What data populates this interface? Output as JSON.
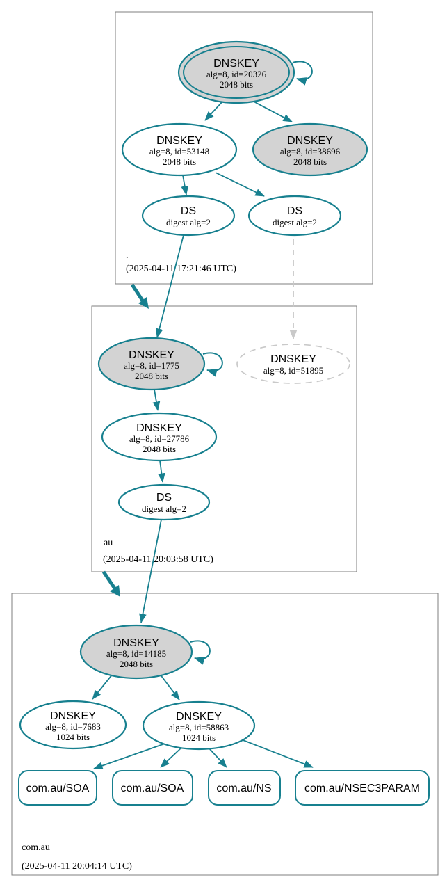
{
  "diagram": {
    "kind": "DNSSEC authentication chain graph",
    "colors": {
      "secure_teal": "#17808f",
      "node_fill_gray": "#d3d3d3",
      "node_fill_white": "#ffffff",
      "dashed_gray": "#c9c9c9",
      "zone_box_border": "#7f7f7f",
      "text": "#000000",
      "background": "#ffffff"
    }
  },
  "zones": {
    "root": {
      "label": ".",
      "timestamp": "(2025-04-11 17:21:46 UTC)",
      "ksk": {
        "title": "DNSKEY",
        "detail": "alg=8, id=20326",
        "bits": "2048 bits"
      },
      "zsk": {
        "title": "DNSKEY",
        "detail": "alg=8, id=53148",
        "bits": "2048 bits"
      },
      "key2": {
        "title": "DNSKEY",
        "detail": "alg=8, id=38696",
        "bits": "2048 bits"
      },
      "ds_left": {
        "title": "DS",
        "detail": "digest alg=2"
      },
      "ds_right": {
        "title": "DS",
        "detail": "digest alg=2"
      }
    },
    "au": {
      "label": "au",
      "timestamp": "(2025-04-11 20:03:58 UTC)",
      "ksk": {
        "title": "DNSKEY",
        "detail": "alg=8, id=1775",
        "bits": "2048 bits"
      },
      "missing_key": {
        "title": "DNSKEY",
        "detail": "alg=8, id=51895"
      },
      "zsk": {
        "title": "DNSKEY",
        "detail": "alg=8, id=27786",
        "bits": "2048 bits"
      },
      "ds": {
        "title": "DS",
        "detail": "digest alg=2"
      }
    },
    "com_au": {
      "label": "com.au",
      "timestamp": "(2025-04-11 20:04:14 UTC)",
      "ksk": {
        "title": "DNSKEY",
        "detail": "alg=8, id=14185",
        "bits": "2048 bits"
      },
      "zsk1": {
        "title": "DNSKEY",
        "detail": "alg=8, id=7683",
        "bits": "1024 bits"
      },
      "zsk2": {
        "title": "DNSKEY",
        "detail": "alg=8, id=58863",
        "bits": "1024 bits"
      },
      "rrsets": [
        {
          "label": "com.au/SOA"
        },
        {
          "label": "com.au/SOA"
        },
        {
          "label": "com.au/NS"
        },
        {
          "label": "com.au/NSEC3PARAM"
        }
      ]
    }
  },
  "edges": [
    {
      "from": "./DNSKEY id=20326",
      "to": "./DNSKEY id=20326",
      "type": "self-signature"
    },
    {
      "from": "./DNSKEY id=20326",
      "to": "./DNSKEY id=53148",
      "type": "signature"
    },
    {
      "from": "./DNSKEY id=20326",
      "to": "./DNSKEY id=38696",
      "type": "signature"
    },
    {
      "from": "./DNSKEY id=53148",
      "to": "./DS digest alg=2 (left)",
      "type": "signature"
    },
    {
      "from": "./DNSKEY id=53148",
      "to": "./DS digest alg=2 (right)",
      "type": "signature"
    },
    {
      "from": "./DS digest alg=2 (left)",
      "to": "au/DNSKEY id=1775",
      "type": "ds-to-dnskey"
    },
    {
      "from": "./DS digest alg=2 (right)",
      "to": "au/DNSKEY id=51895",
      "type": "ds-to-dnskey-missing",
      "style": "dashed"
    },
    {
      "from": "zone .",
      "to": "zone au",
      "type": "delegation"
    },
    {
      "from": "au/DNSKEY id=1775",
      "to": "au/DNSKEY id=1775",
      "type": "self-signature"
    },
    {
      "from": "au/DNSKEY id=1775",
      "to": "au/DNSKEY id=27786",
      "type": "signature"
    },
    {
      "from": "au/DNSKEY id=27786",
      "to": "au/DS digest alg=2",
      "type": "signature"
    },
    {
      "from": "au/DS digest alg=2",
      "to": "com.au/DNSKEY id=14185",
      "type": "ds-to-dnskey"
    },
    {
      "from": "zone au",
      "to": "zone com.au",
      "type": "delegation"
    },
    {
      "from": "com.au/DNSKEY id=14185",
      "to": "com.au/DNSKEY id=14185",
      "type": "self-signature"
    },
    {
      "from": "com.au/DNSKEY id=14185",
      "to": "com.au/DNSKEY id=7683",
      "type": "signature"
    },
    {
      "from": "com.au/DNSKEY id=14185",
      "to": "com.au/DNSKEY id=58863",
      "type": "signature"
    },
    {
      "from": "com.au/DNSKEY id=58863",
      "to": "com.au/SOA (1)",
      "type": "signature"
    },
    {
      "from": "com.au/DNSKEY id=58863",
      "to": "com.au/SOA (2)",
      "type": "signature"
    },
    {
      "from": "com.au/DNSKEY id=58863",
      "to": "com.au/NS",
      "type": "signature"
    },
    {
      "from": "com.au/DNSKEY id=58863",
      "to": "com.au/NSEC3PARAM",
      "type": "signature"
    }
  ]
}
